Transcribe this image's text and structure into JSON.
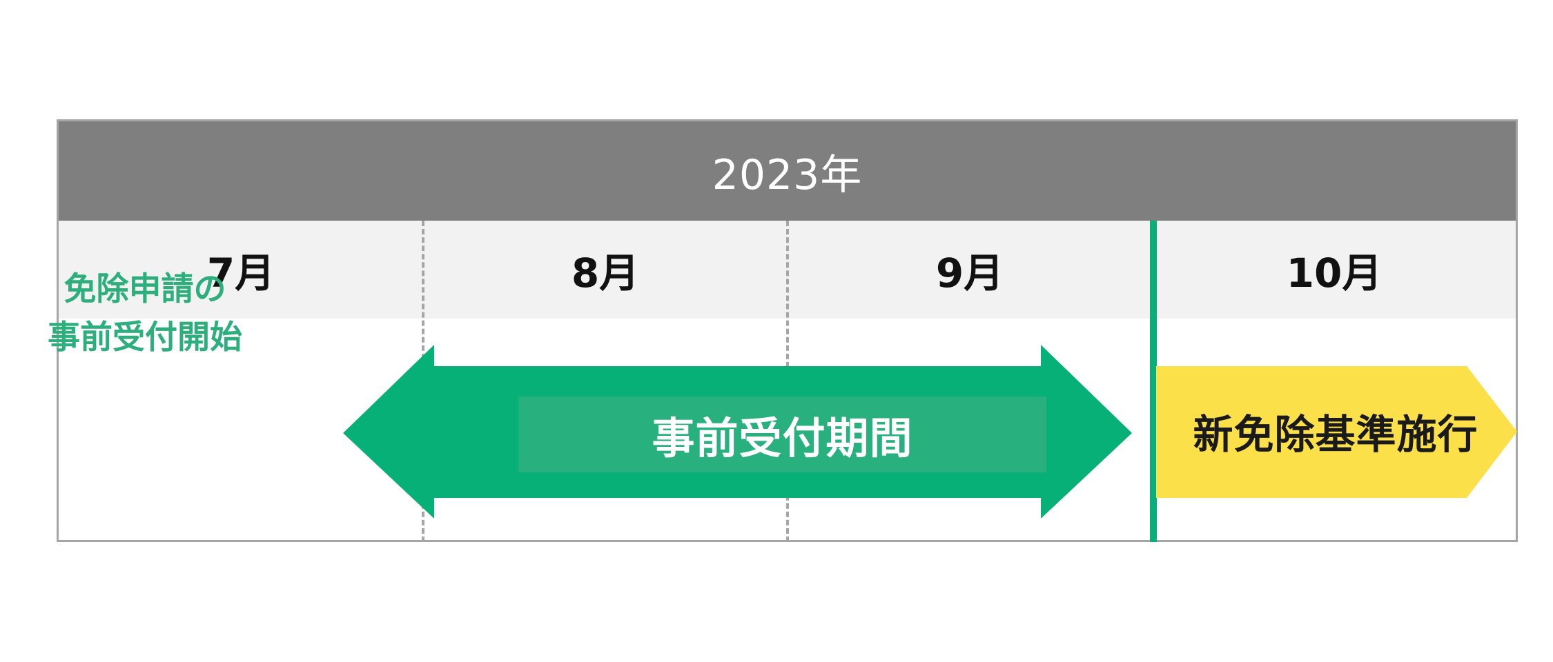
{
  "year_label": "2023年",
  "months": [
    "7月",
    "8月",
    "9月",
    "10月"
  ],
  "note_lines": [
    "免除申請の",
    "事前受付開始"
  ],
  "period_label": "事前受付期間",
  "enforcement_label": "新免除基準施行",
  "colors": {
    "header_gray": "#7f7f7f",
    "month_row_bg": "#f2f2f2",
    "green_arrow": "#06b077",
    "green_label_box": "#28b07e",
    "green_text": "#2cae7d",
    "yellow_arrow": "#fbe04a"
  }
}
